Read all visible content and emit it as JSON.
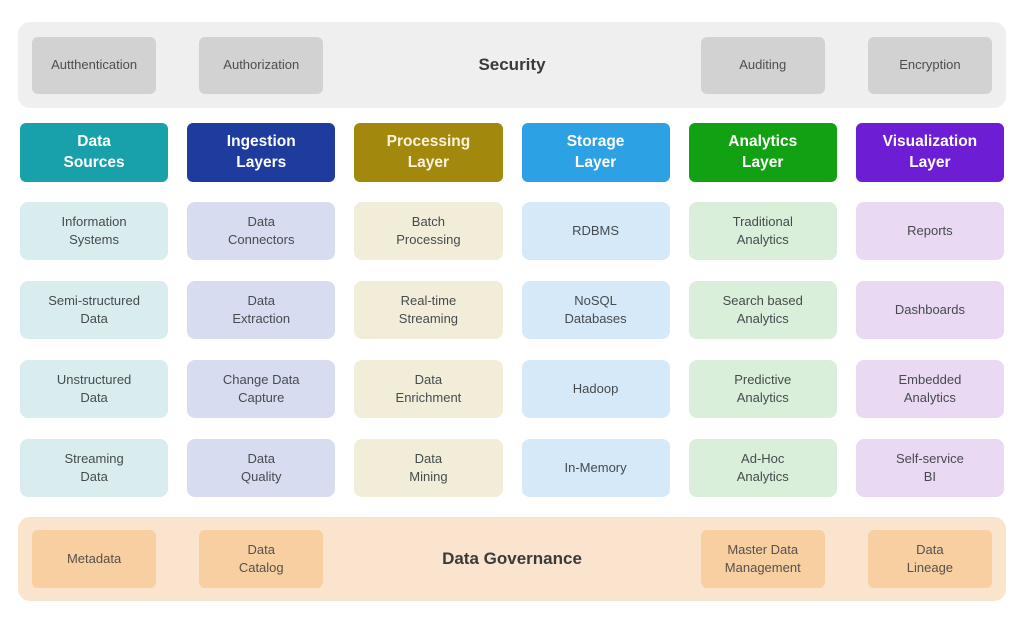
{
  "security_band": {
    "title": "Security",
    "bg": "#efefef",
    "box_bg": "#d2d2d2",
    "boxes_left": [
      "Autthentication",
      "Authorization"
    ],
    "boxes_right": [
      "Auditing",
      "Encryption"
    ]
  },
  "governance_band": {
    "title": "Data Governance",
    "bg": "#fbe4cd",
    "box_bg": "#f8cfa1",
    "boxes_left": [
      "Metadata",
      "Data\nCatalog"
    ],
    "boxes_right": [
      "Master Data\nManagement",
      "Data\nLineage"
    ]
  },
  "columns": [
    {
      "header": {
        "label": "Data\nSources",
        "bg": "#18a1ab",
        "text_color": "#ffffff"
      },
      "cell_bg": "#d9edef",
      "cells": [
        "Information\nSystems",
        "Semi-structured\nData",
        "Unstructured\nData",
        "Streaming\nData"
      ]
    },
    {
      "header": {
        "label": "Ingestion\nLayers",
        "bg": "#1e3c9e",
        "text_color": "#ffffff"
      },
      "cell_bg": "#d8dcf0",
      "cells": [
        "Data\nConnectors",
        "Data\nExtraction",
        "Change Data\nCapture",
        "Data\nQuality"
      ]
    },
    {
      "header": {
        "label": "Processing\nLayer",
        "bg": "#a3880e",
        "text_color": "#f8f3da"
      },
      "cell_bg": "#f1edd8",
      "cells": [
        "Batch\nProcessing",
        "Real-time\nStreaming",
        "Data\nEnrichment",
        "Data\nMining"
      ]
    },
    {
      "header": {
        "label": "Storage\nLayer",
        "bg": "#2ca1e4",
        "text_color": "#ffffff"
      },
      "cell_bg": "#d5e9f8",
      "cells": [
        "RDBMS",
        "NoSQL\nDatabases",
        "Hadoop",
        "In-Memory"
      ]
    },
    {
      "header": {
        "label": "Analytics\nLayer",
        "bg": "#12a112",
        "text_color": "#ffffff"
      },
      "cell_bg": "#d9efd9",
      "cells": [
        "Traditional\nAnalytics",
        "Search based\nAnalytics",
        "Predictive\nAnalytics",
        "Ad-Hoc\nAnalytics"
      ]
    },
    {
      "header": {
        "label": "Visualization\nLayer",
        "bg": "#6d1dd3",
        "text_color": "#ffffff"
      },
      "cell_bg": "#e9d9f2",
      "cells": [
        "Reports",
        "Dashboards",
        "Embedded\nAnalytics",
        "Self-service\nBI"
      ]
    }
  ]
}
